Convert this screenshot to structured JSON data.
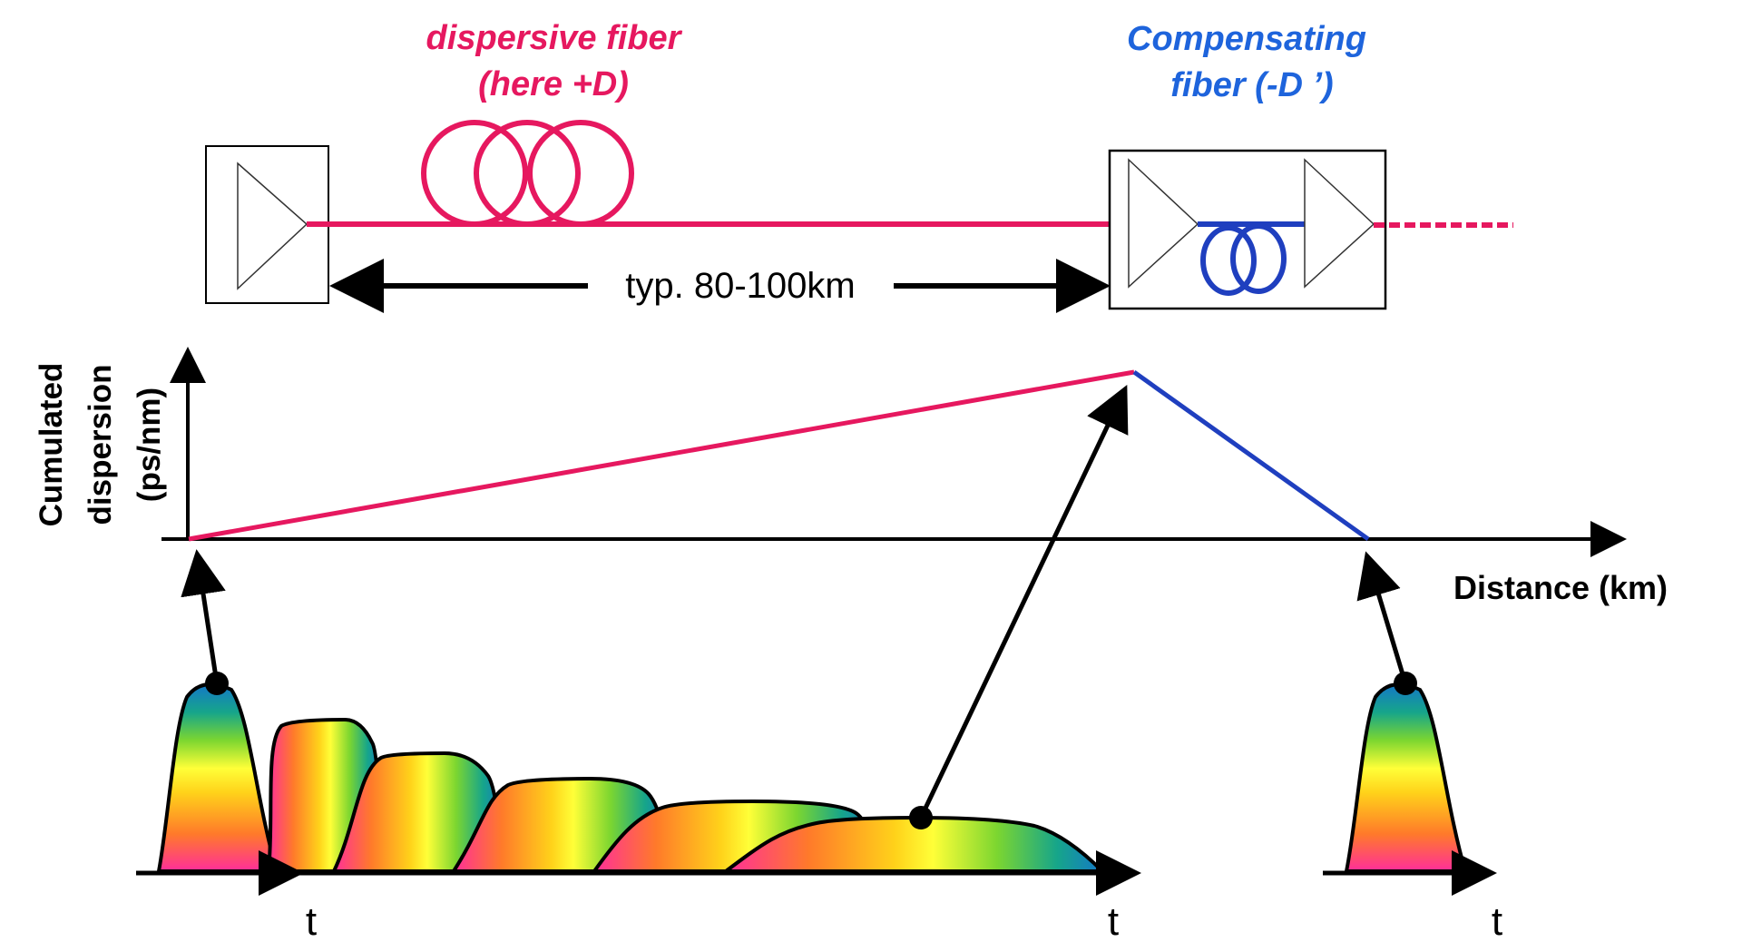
{
  "colors": {
    "dispersive": "#e6185f",
    "compensating": "#1f3fbf",
    "compensating_text": "#1e64dc",
    "axis": "#000000",
    "box": "#000000",
    "spectrum": [
      "#ff2e9a",
      "#ff7a2a",
      "#ffd21a",
      "#ffff38",
      "#7cd630",
      "#16a58a",
      "#1478c8"
    ]
  },
  "labels": {
    "dispersive_fiber_line1": "dispersive fiber",
    "dispersive_fiber_line2": "(here +D)",
    "compensating_fiber_line1": "Compensating",
    "compensating_fiber_line2": "fiber (-D ’)",
    "span_length": "typ. 80-100km",
    "y_axis_line1": "Cumulated",
    "y_axis_line2": "dispersion",
    "y_axis_line3": "(ps/nm)",
    "x_axis": "Distance (km)",
    "t_axis_1": "t",
    "t_axis_2": "t",
    "t_axis_3": "t"
  },
  "icons": [
    "amplifier-icon",
    "fiber-spool-icon",
    "compensating-spool-icon",
    "pulse-icon"
  ]
}
